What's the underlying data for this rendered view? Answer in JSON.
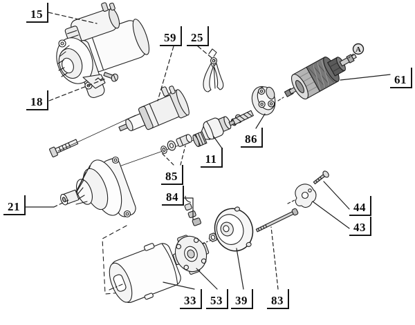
{
  "diagram": {
    "background_color": "#ffffff",
    "line_color": "#1a1a1a",
    "shade_light": "#ececec",
    "shade_dark": "#777777",
    "callouts": [
      {
        "number": "15"
      },
      {
        "number": "18"
      },
      {
        "number": "59"
      },
      {
        "number": "25"
      },
      {
        "number": "61"
      },
      {
        "number": "86"
      },
      {
        "number": "11"
      },
      {
        "number": "85"
      },
      {
        "number": "21"
      },
      {
        "number": "84"
      },
      {
        "number": "44"
      },
      {
        "number": "43"
      },
      {
        "number": "33"
      },
      {
        "number": "53"
      },
      {
        "number": "39"
      },
      {
        "number": "83"
      }
    ],
    "detail_marker": {
      "letter": "A"
    }
  }
}
